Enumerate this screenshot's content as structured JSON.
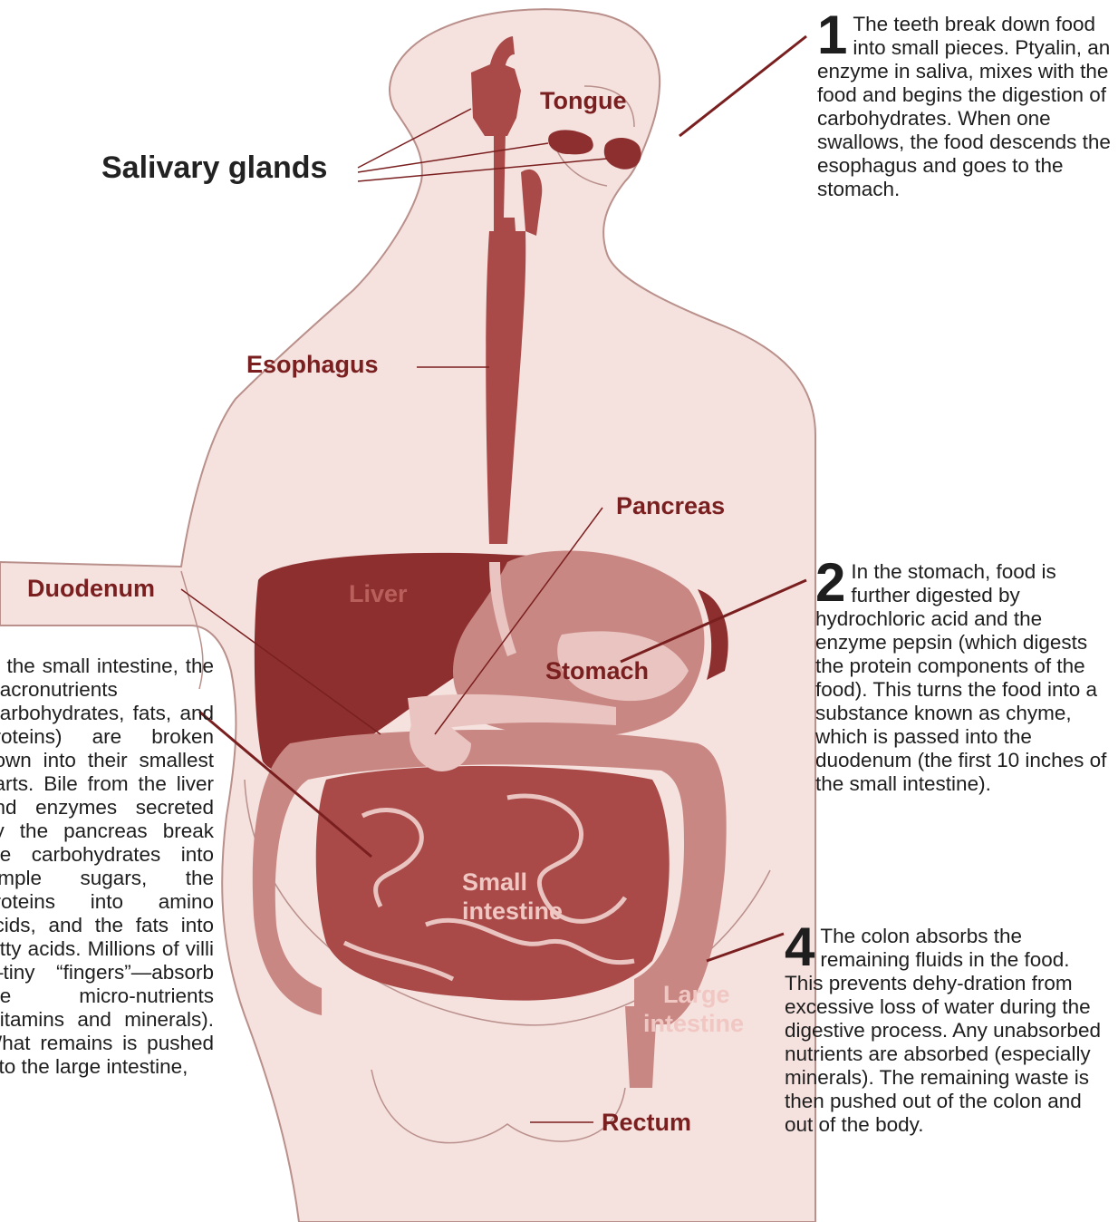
{
  "colors": {
    "body_fill": "#f5e1de",
    "body_stroke": "#b9908b",
    "organ_dark": "#8e2f2f",
    "organ_mid": "#a94a48",
    "organ_light": "#c98783",
    "organ_pale": "#e9c4c0",
    "leader": "#7a1f1f",
    "text": "#1e1e1e"
  },
  "labels": {
    "tongue": "Tongue",
    "salivary_glands": "Salivary glands",
    "esophagus": "Esophagus",
    "pancreas": "Pancreas",
    "duodenum": "Duodenum",
    "liver": "Liver",
    "stomach": "Stomach",
    "small_intestine_1": "Small",
    "small_intestine_2": "intestine",
    "large_intestine_1": "Large",
    "large_intestine_2": "intestine",
    "rectum": "Rectum"
  },
  "notes": {
    "step1": {
      "number": "1",
      "text": "The teeth break down food into small pieces. Ptyalin, an enzyme in saliva, mixes with the food and begins the digestion of carbohydrates. When one swallows, the food descends the esophagus and goes to the stomach."
    },
    "step2": {
      "number": "2",
      "text": "In the stomach, food is further digested by hydrochloric acid and the enzyme pepsin (which digests the protein components of the food). This turns the food into a substance known as chyme, which is passed into the duodenum (the first 10 inches of the small intestine)."
    },
    "step3": {
      "text": "In the small intestine, the macronutrients (carbohydrates, fats, and proteins) are broken down into their smallest parts. Bile from the liver and enzymes secreted by the pancreas break the carbohydrates into simple sugars, the proteins into amino acids, and the fats into fatty acids. Millions of villi—tiny “fingers”—absorb the micro-nutrients (vitamins and minerals). What remains is pushed into the large intestine,"
    },
    "step4": {
      "number": "4",
      "text": "The colon absorbs the remaining fluids in the food. This prevents dehy-dration from excessive loss of water during the digestive process. Any unabsorbed nutrients are absorbed (especially minerals). The remaining waste is then pushed out of the colon and out of the body."
    }
  }
}
